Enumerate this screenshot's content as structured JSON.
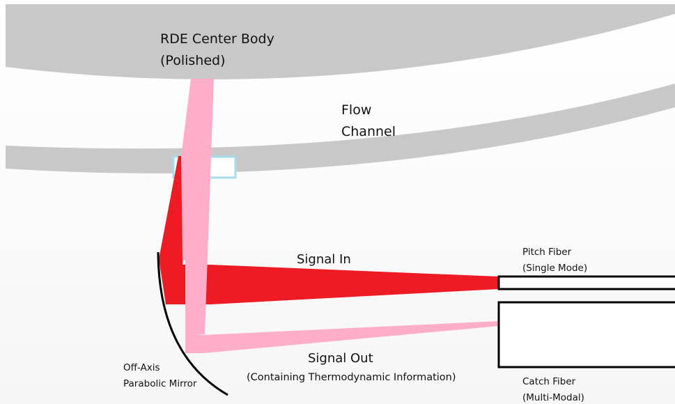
{
  "labels": {
    "center_body_line1": "RDE Center Body",
    "center_body_line2": "(Polished)",
    "flow_channel_line1": "Flow",
    "flow_channel_line2": "Channel",
    "signal_in": "Signal In",
    "signal_out": "Signal Out",
    "signal_out_note": "(Containing Thermodynamic Information)",
    "pitch_fiber_line1": "Pitch Fiber",
    "pitch_fiber_line2": "(Single Mode)",
    "catch_fiber_line1": "Catch Fiber",
    "catch_fiber_line2": "(Multi-Modal)",
    "mirror_line1": "Off-Axis",
    "mirror_line2": "Parabolic Mirror"
  },
  "colors": {
    "background": "#ffffff",
    "body_gray": "#c8c8c8",
    "window_border": "#a8dcec",
    "signal_in_red": "#ed1c24",
    "signal_out_pink": "#ffaec9",
    "mirror_black": "#000000",
    "fiber_outline": "#000000",
    "text": "#111111"
  }
}
